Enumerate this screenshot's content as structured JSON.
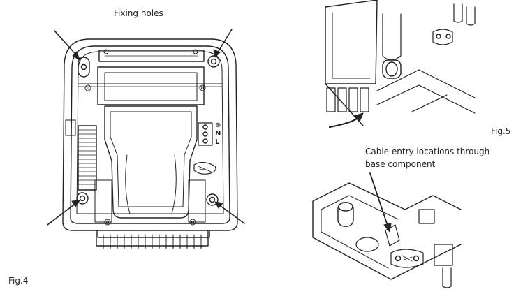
{
  "labels": {
    "fixing_holes": "Fixing holes",
    "fig4": "Fig.4",
    "fig5": "Fig.5",
    "cable_entry_line1": "Cable entry locations through",
    "cable_entry_line2": "base component",
    "terminal_n": "N",
    "terminal_l": "L",
    "earth_symbol": "⊕"
  }
}
